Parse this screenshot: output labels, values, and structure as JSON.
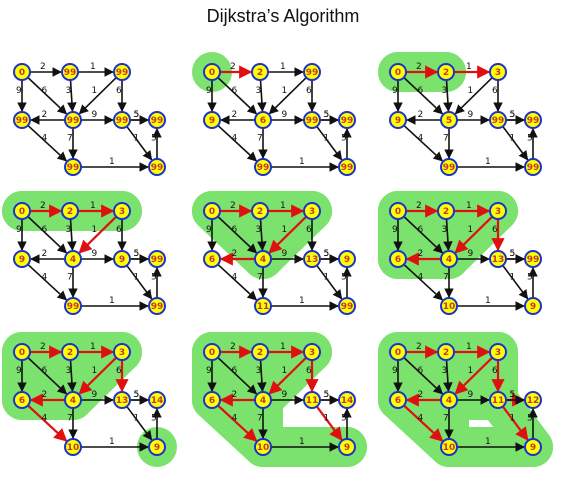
{
  "title": "Dijkstra’s Algorithm",
  "colors": {
    "node_fill": "#ffff00",
    "node_ring": "#1a33cc",
    "edge": "#111111",
    "tree_edge": "#e01010",
    "region": "#66dd55"
  },
  "graph": {
    "nodes": [
      "0",
      "1",
      "2",
      "3",
      "4",
      "5",
      "6",
      "7",
      "8"
    ],
    "edges": [
      {
        "from": "0",
        "to": "1",
        "w": "2"
      },
      {
        "from": "1",
        "to": "2",
        "w": "1"
      },
      {
        "from": "0",
        "to": "3",
        "w": "9"
      },
      {
        "from": "0",
        "to": "4",
        "w": "6"
      },
      {
        "from": "1",
        "to": "4",
        "w": "3"
      },
      {
        "from": "2",
        "to": "4",
        "w": "1"
      },
      {
        "from": "2",
        "to": "5",
        "w": "6"
      },
      {
        "from": "4",
        "to": "3",
        "w": "2"
      },
      {
        "from": "4",
        "to": "5",
        "w": "9"
      },
      {
        "from": "5",
        "to": "8",
        "w": "5"
      },
      {
        "from": "5",
        "to": "8",
        "w": "5"
      },
      {
        "from": "3",
        "to": "6",
        "w": "4"
      },
      {
        "from": "4",
        "to": "6",
        "w": "7"
      },
      {
        "from": "6",
        "to": "7",
        "w": "1"
      },
      {
        "from": "7",
        "to": "8",
        "w": "5"
      },
      {
        "from": "5",
        "to": "7",
        "w": "1"
      }
    ]
  },
  "steps": [
    {
      "labels": [
        "0",
        "99",
        "99",
        "99",
        "99",
        "99",
        "99",
        "99",
        "99"
      ],
      "tree": [],
      "region": []
    },
    {
      "labels": [
        "0",
        "2",
        "99",
        "9",
        "6",
        "99",
        "99",
        "99",
        "99"
      ],
      "tree": [
        0
      ],
      "region": [
        "0"
      ]
    },
    {
      "labels": [
        "0",
        "2",
        "3",
        "9",
        "5",
        "99",
        "99",
        "99",
        "99"
      ],
      "tree": [
        0,
        1
      ],
      "region": [
        "0",
        "1"
      ]
    },
    {
      "labels": [
        "0",
        "2",
        "3",
        "9",
        "4",
        "9",
        "99",
        "99",
        "99"
      ],
      "tree": [
        0,
        1,
        5
      ],
      "region": [
        "0",
        "1",
        "2"
      ]
    },
    {
      "labels": [
        "0",
        "2",
        "3",
        "6",
        "4",
        "13",
        "11",
        "99",
        "9"
      ],
      "tree": [
        0,
        1,
        5,
        7
      ],
      "region": [
        "0",
        "1",
        "2",
        "4"
      ]
    },
    {
      "labels": [
        "0",
        "2",
        "3",
        "6",
        "4",
        "13",
        "10",
        "9",
        "99"
      ],
      "tree": [
        0,
        1,
        5,
        7,
        6
      ],
      "region": [
        "0",
        "1",
        "2",
        "4",
        "3"
      ]
    },
    {
      "labels": [
        "0",
        "2",
        "3",
        "6",
        "4",
        "13",
        "10",
        "9",
        "14"
      ],
      "tree": [
        0,
        1,
        5,
        7,
        6,
        11
      ],
      "region": [
        "0",
        "1",
        "2",
        "4",
        "3",
        "7"
      ]
    },
    {
      "labels": [
        "0",
        "2",
        "3",
        "6",
        "4",
        "11",
        "10",
        "9",
        "14"
      ],
      "tree": [
        0,
        1,
        5,
        7,
        6,
        11,
        15
      ],
      "region": [
        "0",
        "1",
        "2",
        "4",
        "3",
        "7",
        "6"
      ]
    },
    {
      "labels": [
        "0",
        "2",
        "3",
        "6",
        "4",
        "11",
        "10",
        "9",
        "12"
      ],
      "tree": [
        0,
        1,
        5,
        7,
        6,
        11,
        15,
        9
      ],
      "region": [
        "0",
        "1",
        "2",
        "4",
        "3",
        "7",
        "6",
        "5"
      ]
    }
  ]
}
